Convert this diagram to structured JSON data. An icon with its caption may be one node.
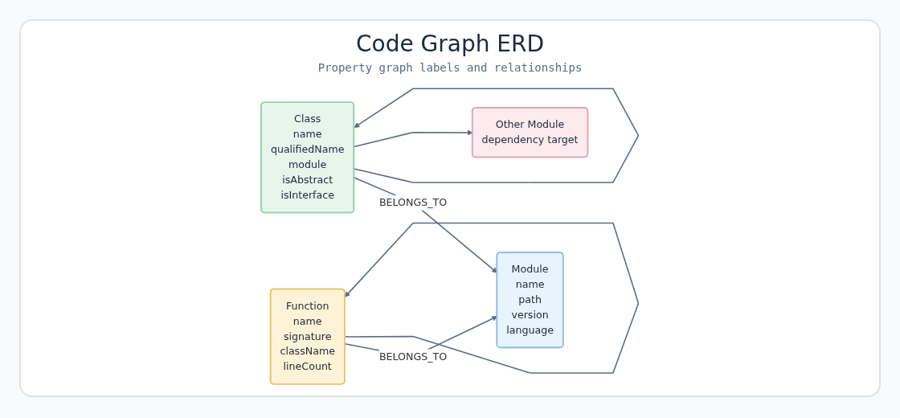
{
  "diagram": {
    "title": "Code Graph ERD",
    "caption": "Property graph labels and relationships",
    "nodes": [
      {
        "text": [
          "Class",
          "name",
          "qualifiedName",
          "module",
          "isAbstract",
          "isInterface"
        ]
      },
      {
        "text": [
          "Module",
          "name",
          "path",
          "version",
          "language"
        ]
      },
      {
        "text": [
          "Other Module",
          "dependency target"
        ]
      },
      {
        "text": [
          "Function",
          "name",
          "signature",
          "className",
          "lineCount"
        ]
      }
    ],
    "edges": [
      {
        "from": 0,
        "to": 1,
        "arrow": "to",
        "label": "BELONGS_TO"
      },
      {
        "from": 3,
        "to": 1,
        "arrow": "to",
        "label": "BELONGS_TO"
      },
      {
        "from": 0,
        "to": 0,
        "arrow": "to"
      },
      {
        "from": 3,
        "to": 3,
        "arrow": "to"
      },
      {
        "from": 0,
        "to": 2,
        "arrow": "to"
      }
    ]
  }
}
